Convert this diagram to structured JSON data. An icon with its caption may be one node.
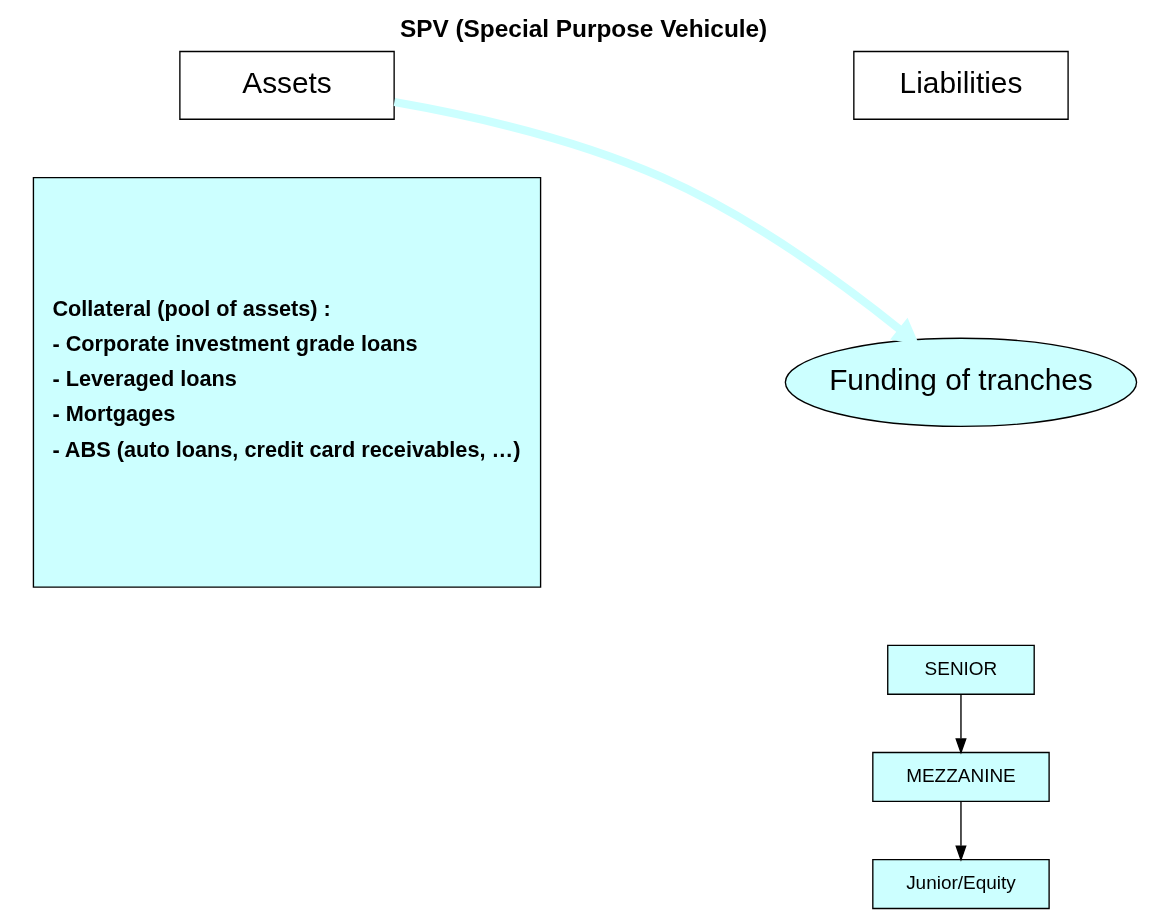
{
  "diagram": {
    "title": "SPV (Special Purpose Vehicule)",
    "nodes": [
      {
        "text": [
          "Assets"
        ]
      },
      {
        "text": [
          "Liabilities"
        ]
      },
      {
        "text": [
          "Collateral (pool of assets) :",
          "- Corporate investment grade loans",
          "- Leveraged loans",
          "- Mortgages",
          "- ABS (auto loans, credit card receivables, …)"
        ]
      },
      {
        "text": [
          "Funding of tranches"
        ]
      },
      {
        "text": [
          "SENIOR"
        ]
      },
      {
        "text": [
          "MEZZANINE"
        ]
      },
      {
        "text": [
          "Junior/Equity"
        ]
      }
    ],
    "edges": [
      {
        "from": 0,
        "to": 3,
        "arrow": "to",
        "style": "thick",
        "color": "#ccffff"
      },
      {
        "from": 4,
        "to": 5,
        "arrow": "to"
      },
      {
        "from": 5,
        "to": 6,
        "arrow": "to"
      }
    ]
  }
}
